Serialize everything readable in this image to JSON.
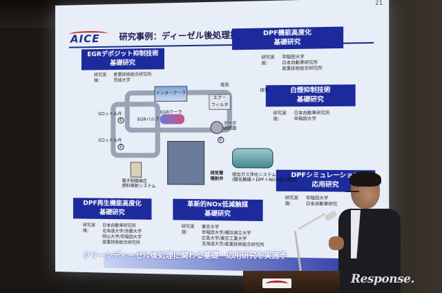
{
  "slide": {
    "number": "21",
    "logo": "AICE",
    "title": "研究事例：ディーゼル後処理技術の高度化研究",
    "banner": "クリーンディーゼル後処理に関わる基礎・応用研究を実施予"
  },
  "topics": [
    {
      "title_line1": "EGRデポジット抑制技術",
      "title_line2": "基礎研究",
      "label": "研究実施：",
      "institutions": [
        "産業技術総合研究所",
        "茨城大学"
      ]
    },
    {
      "title_line1": "DPF機能高度化",
      "title_line2": "基礎研究",
      "label": "研究実施：",
      "institutions": [
        "早稲田大学",
        "日本自動車研究所",
        "産業技術総合研究所"
      ]
    },
    {
      "title_line1": "白煙抑制技術",
      "title_line2": "基礎研究",
      "label": "研究実施：",
      "institutions": [
        "日本自動車研究所",
        "早稲田大学"
      ]
    },
    {
      "title_line1": "DPFシミュレーション",
      "title_line2": "応用研究",
      "label": "研究実施：",
      "institutions": [
        "早稲田大学",
        "日本自動車研究",
        ""
      ]
    },
    {
      "title_line1": "DPF再生機能高度化",
      "title_line2": "基礎研究",
      "label": "研究実施：",
      "institutions": [
        "日本自動車研究所",
        "北海道大学/京都大学",
        "岡山大学/早稲田大学",
        "産業技術総合研究所"
      ]
    },
    {
      "title_line1": "革新的NOx低減触媒",
      "title_line2": "基礎研究",
      "label": "研究実施：",
      "institutions": [
        "東京大学",
        "早稲田大学/横浜国立大学",
        "広島大学/東京工業大学",
        "北海道大学/産業技術総合研究所"
      ]
    }
  ],
  "diagram": {
    "intercooler": "インタークーラ",
    "air_filter_line1": "エア・",
    "air_filter_line2": "フィルタ",
    "intake": "吸気",
    "exhaust": "排気",
    "egr_cooler": "EGRクーラ",
    "egr_valve": "EGRバルブ",
    "turbo_line1": "ターボ",
    "turbo_line2": "過給器",
    "throttle": "Sロットル弁",
    "ecu_line1": "電子制御高圧",
    "ecu_line2": "燃料噴射システム",
    "injector_line1": "排気管",
    "injector_line2": "噴射弁",
    "system_line1": "排出ガス浄化システム",
    "system_line2": "(酸化触媒＋DPF＋NOx還元触媒)",
    "marker_e": "E"
  },
  "watermark": "Response."
}
